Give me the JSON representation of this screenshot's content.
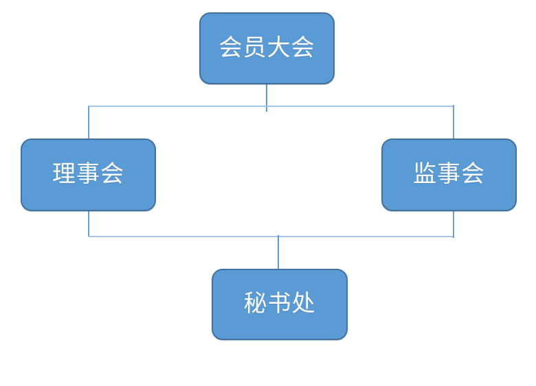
{
  "diagram": {
    "type": "org-chart",
    "background_color": "#ffffff",
    "node_fill_color": "#5b9bd5",
    "node_border_color": "#41719c",
    "node_text_color": "#ffffff",
    "connector_color": "#5b9bd5",
    "connector_light_color": "#a4c5e8",
    "nodes": [
      {
        "id": "top",
        "label": "会员大会"
      },
      {
        "id": "left",
        "label": "理事会"
      },
      {
        "id": "right",
        "label": "监事会"
      },
      {
        "id": "bottom",
        "label": "秘书处"
      }
    ],
    "edges": [
      {
        "from": "会员大会",
        "to": "理事会"
      },
      {
        "from": "会员大会",
        "to": "监事会"
      },
      {
        "from": "理事会",
        "to": "秘书处"
      },
      {
        "from": "监事会",
        "to": "秘书处"
      }
    ]
  }
}
